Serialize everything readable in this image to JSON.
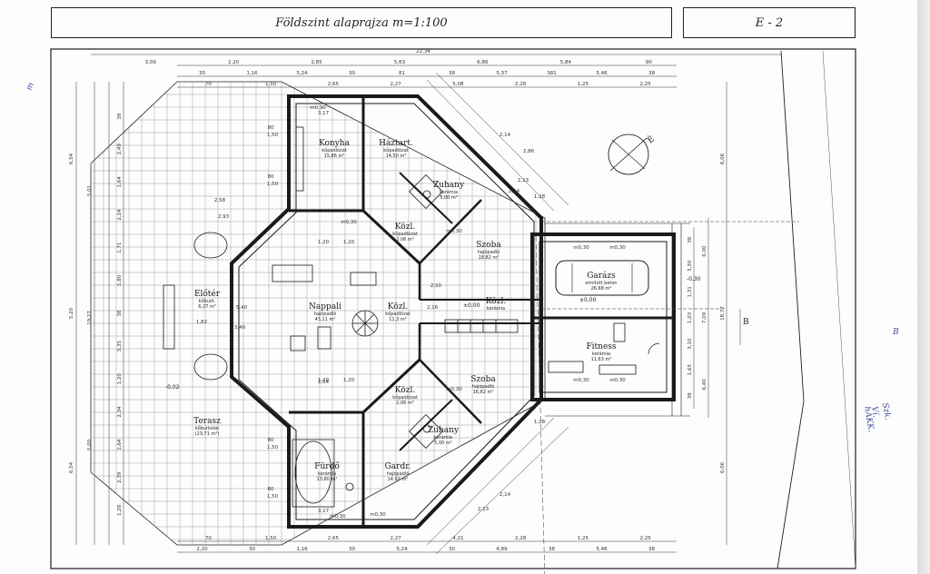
{
  "title": "Földszint alaprajza  m=1:100",
  "sheet_code": "E - 2",
  "compass_label": "É",
  "section_marker": "B",
  "rooms": [
    {
      "key": "konyha",
      "name": "Konyha",
      "material": "kőpadlózat",
      "area": "15,86 m²"
    },
    {
      "key": "haztart",
      "name": "Háztart.",
      "material": "kőpadlózat",
      "area": "14,50 m²"
    },
    {
      "key": "zuhany_n",
      "name": "Zuhany",
      "material": "kerámia",
      "area": "5,00 m²"
    },
    {
      "key": "kozl_n",
      "name": "Közl.",
      "material": "kőpadlózat",
      "area": "2,06 m²"
    },
    {
      "key": "szoba_n",
      "name": "Szoba",
      "material": "hajópadló",
      "area": "18,82 m²"
    },
    {
      "key": "garazs",
      "name": "Garázs",
      "material": "simított beton",
      "area": "26,68 m²"
    },
    {
      "key": "kozl_c",
      "name": "Közl.",
      "material": "kőpadlózat",
      "area": "11,3 m²"
    },
    {
      "key": "kozl_e",
      "name": "Közl.",
      "material": "kerámia",
      "area": ""
    },
    {
      "key": "eloter",
      "name": "Előtér",
      "material": "kőburk.",
      "area": "6,27 m²"
    },
    {
      "key": "nappali",
      "name": "Nappali",
      "material": "hajópadló",
      "area": "43,11 m²"
    },
    {
      "key": "fitness",
      "name": "Fitness",
      "material": "kerámia",
      "area": "11,63 m²"
    },
    {
      "key": "szoba_s",
      "name": "Szoba",
      "material": "hajópadló",
      "area": "16,82 m²"
    },
    {
      "key": "kozl_s",
      "name": "Közl.",
      "material": "kőpadlózat",
      "area": "2,06 m²"
    },
    {
      "key": "zuhany_s",
      "name": "Zuhany",
      "material": "kerámia",
      "area": "5,00 m²"
    },
    {
      "key": "terasz",
      "name": "Terasz",
      "material": "kőburkolat",
      "area": "(23,71 m²)"
    },
    {
      "key": "furdo",
      "name": "Fürdő",
      "material": "kerámia",
      "area": "13,80 m²"
    },
    {
      "key": "gardr",
      "name": "Gardr.",
      "material": "hajópadló",
      "area": "14,92 m²"
    }
  ],
  "levels": {
    "center": "±0,00",
    "terrace": "-0,02",
    "garage": "-0,30",
    "ground": "±0,00"
  },
  "dimensions": {
    "top_total": "22,34",
    "top_row1": [
      "3,09",
      "2,20",
      "2,85",
      "5,63",
      "6,86",
      "5,84",
      "90"
    ],
    "top_row2": [
      "30",
      "1,16",
      "5,24",
      "30",
      "81",
      "38",
      "5,37",
      "381",
      "5,46",
      "38"
    ],
    "top_row3": [
      "70",
      "1,50",
      "2,65",
      "2,27",
      "5,08",
      "2,28",
      "1,25",
      "2,25"
    ],
    "bottom_row1": [
      "70",
      "1,50",
      "2,65",
      "2,27",
      "4,21",
      "2,28",
      "1,25",
      "2,25"
    ],
    "bottom_row2": [
      "2,20",
      "30",
      "1,16",
      "30",
      "5,24",
      "30",
      "4,89",
      "38",
      "5,46",
      "38"
    ],
    "left_outer": [
      "6,54",
      "5,20",
      "6,54"
    ],
    "left_mid": [
      "5,01",
      "19,27",
      "5,00"
    ],
    "left_inner": [
      "38",
      "2,49",
      "1,64",
      "2,24",
      "1,71",
      "1,80",
      "38",
      "3,35",
      "1,20",
      "2,34",
      "1,64",
      "2,39",
      "1,28"
    ],
    "right_outer": [
      "6,06",
      "18,77",
      "6,06"
    ],
    "right_mid": [
      "6,00",
      "7,09",
      "6,40"
    ],
    "right_inner": [
      "38",
      "3,30",
      "1,31",
      "1,03",
      "3,10",
      "1,65",
      "38"
    ],
    "room_labels": [
      "3,17",
      "3,17",
      "2,54",
      "2,50",
      "2,14",
      "2,86",
      "2,14",
      "1,28",
      "2,14",
      "2,13",
      "1,28",
      "5,40",
      "3,40",
      "1,82",
      "2,16",
      "2,13",
      "2,93",
      "2,58"
    ],
    "door_labels": [
      "m0,30",
      "m0,30",
      "m0,30",
      "m0,30",
      "m0,30",
      "m0,30",
      "m0,30",
      "m0,30",
      "m0,30",
      "m0,30"
    ]
  },
  "annotations": [
    "1,50",
    "1,50",
    "1,50",
    "1,50",
    "1,20",
    "1,20",
    "80",
    "80",
    "80",
    "80",
    "1,20",
    "1,20"
  ],
  "handwritten": [
    "m",
    "Ví.",
    "Szk.",
    "hAKK.",
    "B"
  ],
  "colors": {
    "ink": "#1e1e1e",
    "paper": "#fdfdfd",
    "hand": "#3a4aa0"
  }
}
